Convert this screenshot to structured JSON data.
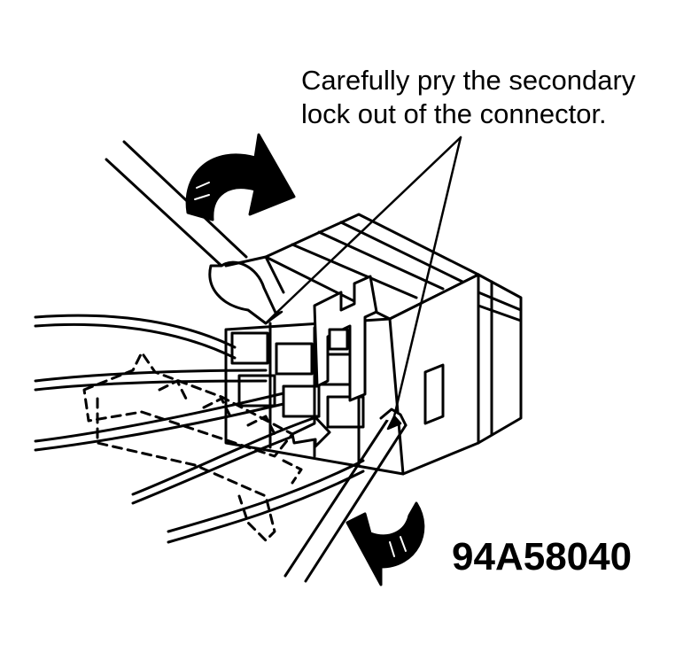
{
  "callout": {
    "line1": "Carefully pry the secondary",
    "line2": "lock out of the connector."
  },
  "figure_id": "94A58040",
  "colors": {
    "ink": "#000000",
    "paper": "#ffffff"
  },
  "icons": [
    "curved-arrow-icon",
    "screwdriver-icon",
    "connector-icon"
  ]
}
